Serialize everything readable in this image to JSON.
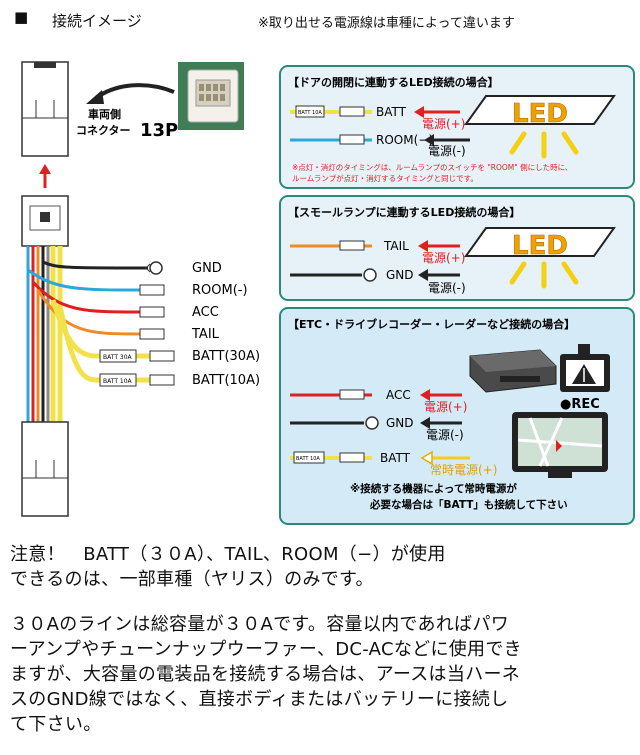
{
  "header": {
    "bullet": "■",
    "title": "接続イメージ",
    "note": "※取り出せる電源線は車種によって違います"
  },
  "connector": {
    "label_line1": "車両側",
    "label_line2": "コネクター",
    "pins": "13P"
  },
  "wires": [
    {
      "label": "GND",
      "color": "#222222",
      "fuse": ""
    },
    {
      "label": "ROOM(-)",
      "color": "#29a8d9",
      "fuse": ""
    },
    {
      "label": "ACC",
      "color": "#e8312a",
      "fuse": ""
    },
    {
      "label": "TAIL",
      "color": "#f08a24",
      "fuse": ""
    },
    {
      "label": "BATT(30A)",
      "color": "#f2e24a",
      "fuse": "BATT 30A"
    },
    {
      "label": "BATT(10A)",
      "color": "#f2e24a",
      "fuse": "BATT 10A"
    }
  ],
  "panels": {
    "door": {
      "title": "【ドアの開閉に連動するLED接続の場合】",
      "batt": "BATT",
      "room": "ROOM(−)",
      "fuse": "BATT 10A",
      "power_plus": "電源(+)",
      "power_minus": "電源(-)",
      "led": "LED",
      "note_line1": "※点灯・消灯のタイミングは、ルームランプのスイッチを \"ROOM\" 側にした時に、",
      "note_line2": "ルームランプが点灯・消灯するタイミングと同じです。"
    },
    "small": {
      "title": "【スモールランプに連動するLED接続の場合】",
      "tail": "TAIL",
      "gnd": "GND",
      "power_plus": "電源(+)",
      "power_minus": "電源(-)",
      "led": "LED"
    },
    "etc": {
      "title": "【ETC・ドライブレコーダー・レーダーなど接続の場合】",
      "acc": "ACC",
      "gnd": "GND",
      "batt": "BATT",
      "fuse": "BATT 10A",
      "power_plus": "電源(+)",
      "power_minus": "電源(-)",
      "constant_power": "常時電源(+)",
      "rec": "●REC",
      "note_line1": "※接続する機器によって常時電源が",
      "note_line2": "必要な場合は「BATT」も接続して下さい"
    }
  },
  "notes": {
    "p1_line1": "注意！　BATT（３０A）、TAIL、ROOM（−）が使用",
    "p1_line2": "できるのは、一部車種（ヤリス）のみです。",
    "p2_line1": "３０Aのラインは総容量が３０Aです。容量以内であればパワ",
    "p2_line2": "ーアンプやチューンナップウーファー、DC-ACなどに使用でき",
    "p2_line3": "ますが、大容量の電装品を接続する場合は、アースは当ハーネ",
    "p2_line4": "スのGND線ではなく、直接ボディまたはバッテリーに接続し",
    "p2_line5": "て下さい。"
  },
  "colors": {
    "panel_border": "#2a8a7a",
    "panel_fill": "#e6f1f8",
    "panel3_fill": "#d4eaf6",
    "red_text": "#e02020",
    "led_yellow": "#f5cf12",
    "led_text": "#f0a000"
  }
}
